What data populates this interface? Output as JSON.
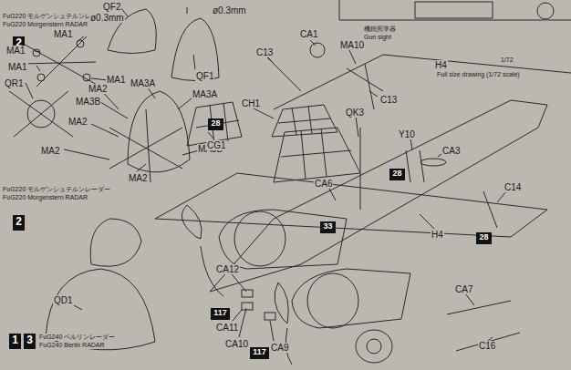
{
  "diagram": {
    "nodes": [
      {
        "text": [
          "2"
        ]
      },
      {
        "text": [
          "2"
        ]
      },
      {
        "text": [
          "1"
        ]
      },
      {
        "text": [
          "3"
        ]
      },
      {
        "text": [
          "28"
        ]
      },
      {
        "text": [
          "28"
        ]
      },
      {
        "text": [
          "33"
        ]
      },
      {
        "text": [
          "28"
        ]
      },
      {
        "text": [
          "117"
        ]
      },
      {
        "text": [
          "117"
        ]
      }
    ],
    "labels": [
      "FuG220 モルゲンシュテルンレーダー",
      "FuG220 Morgenstern RADAR",
      "QF2",
      "ø0.3mm",
      "ø0.3mm",
      "MA1",
      "MA1",
      "MA1",
      "MA1",
      "QF1",
      "QR1",
      "MA2",
      "MA3A",
      "MA3A",
      "MA3B",
      "MA2",
      "MA2",
      "MA3B",
      "MA2",
      "CG1",
      "CH1",
      "C13",
      "CA1",
      "MA10",
      "機銃照準器",
      "Gun sight",
      "C13",
      "H4",
      "1/72",
      "Full size drawing (1/72 scale)",
      "QK3",
      "Y10",
      "CA3",
      "C14",
      "H4",
      "CA6",
      "FuG220 モルゲンシュテルンレーダー",
      "FuG220 Morgenstern RADAR",
      "CA12",
      "CA11",
      "CA10",
      "CA9",
      "CA7",
      "C16",
      "QD1",
      "FuG240 ベルリンレーダー",
      "FuG240 Berlin RADAR"
    ]
  }
}
